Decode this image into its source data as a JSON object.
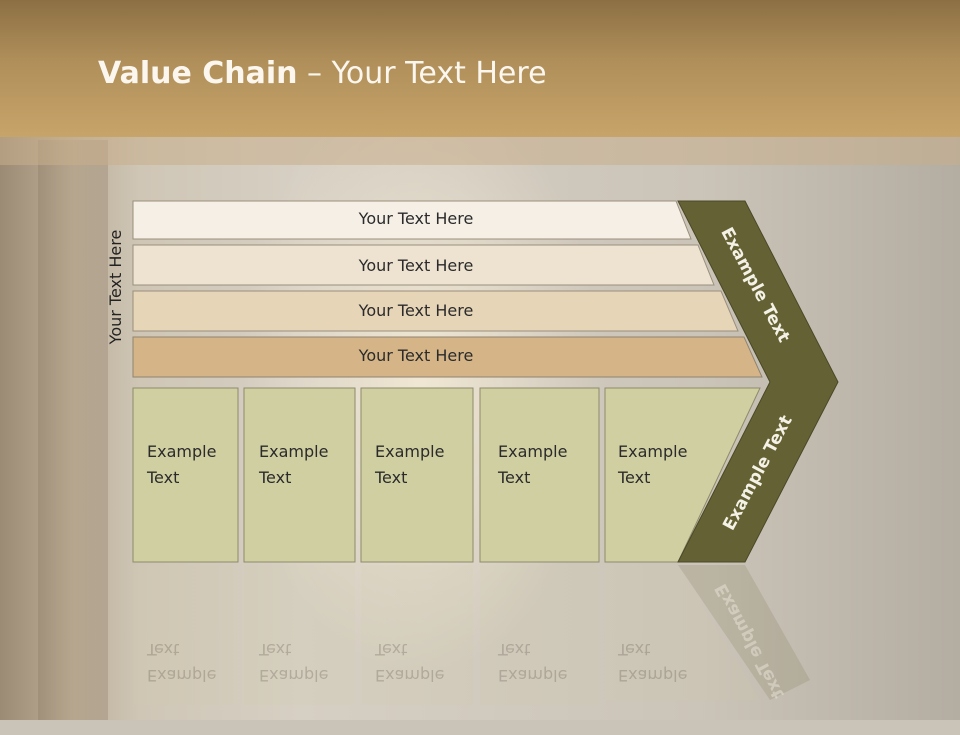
{
  "slide": {
    "title_bold": "Value Chain",
    "title_rest": " – Your Text Here",
    "side_label": "Your Text Here",
    "bars": [
      "Your Text Here",
      "Your Text Here",
      "Your Text Here",
      "Your Text Here"
    ],
    "boxes": [
      {
        "line1": "Example",
        "line2": "Text"
      },
      {
        "line1": "Example",
        "line2": "Text"
      },
      {
        "line1": "Example",
        "line2": "Text"
      },
      {
        "line1": "Example",
        "line2": "Text"
      },
      {
        "line1": "Example",
        "line2": "Text"
      }
    ],
    "chevron_top_label": "Example Text",
    "chevron_bottom_label": "Example Text"
  },
  "colors": {
    "bar_fills": [
      "#f5efe6",
      "#eee3d1",
      "#e6d5b7",
      "#d5b587"
    ],
    "box_fill": "#d0cfa2",
    "chevron_fill": "#646234"
  }
}
